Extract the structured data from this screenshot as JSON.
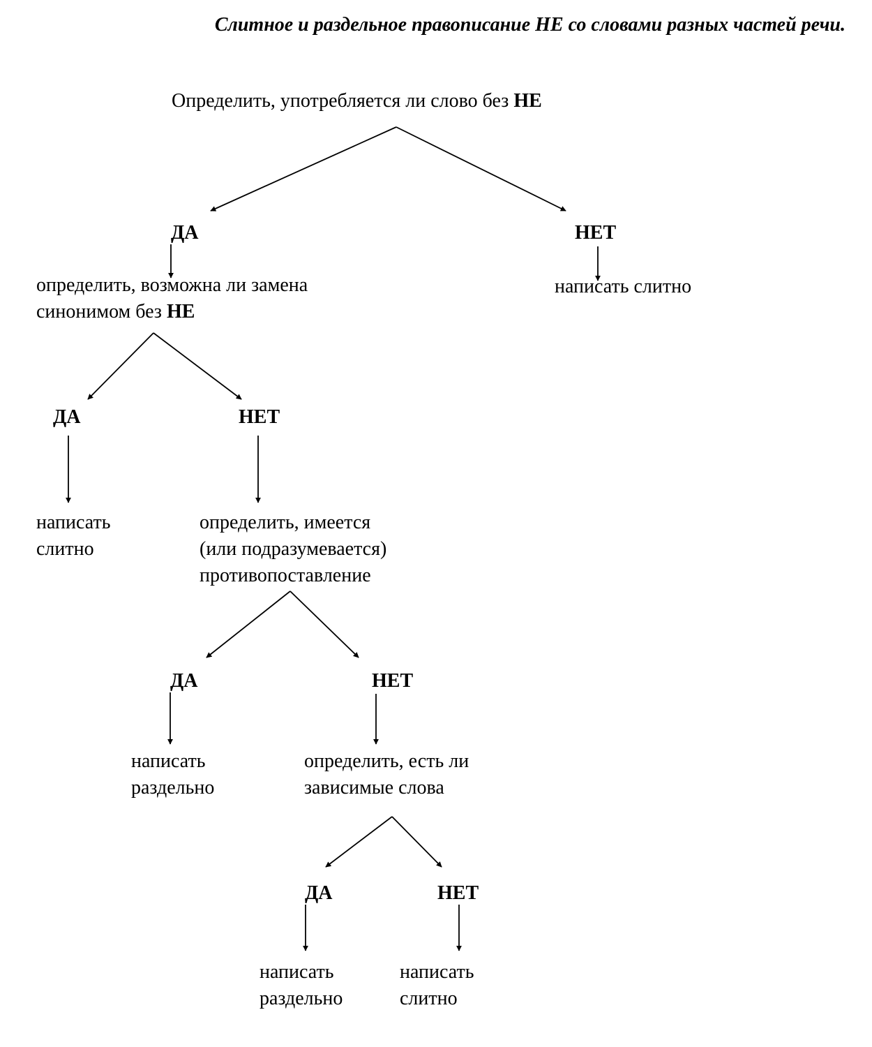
{
  "title": "Слитное и раздельное правописание НЕ со словами разных частей речи.",
  "root": {
    "text": "Определить, употребляется ли слово без ",
    "emphasis": "НЕ"
  },
  "level1": {
    "yes": {
      "label": "ДА",
      "line1": "определить, возможна ли замена",
      "line2": "синонимом без ",
      "line2_emphasis": "НЕ"
    },
    "no": {
      "label": "НЕТ",
      "result": "написать слитно"
    }
  },
  "level2": {
    "yes": {
      "label": "ДА",
      "result_line1": "написать",
      "result_line2": "слитно"
    },
    "no": {
      "label": "НЕТ",
      "line1": "определить, имеется",
      "line2": "(или подразумевается)",
      "line3": "противопоставление"
    }
  },
  "level3": {
    "yes": {
      "label": "ДА",
      "result_line1": "написать",
      "result_line2": "раздельно"
    },
    "no": {
      "label": "НЕТ",
      "line1": "определить, есть ли",
      "line2": "зависимые слова"
    }
  },
  "level4": {
    "yes": {
      "label": "ДА",
      "result_line1": "написать",
      "result_line2": "раздельно"
    },
    "no": {
      "label": "НЕТ",
      "result_line1": "написать",
      "result_line2": "слитно"
    }
  }
}
